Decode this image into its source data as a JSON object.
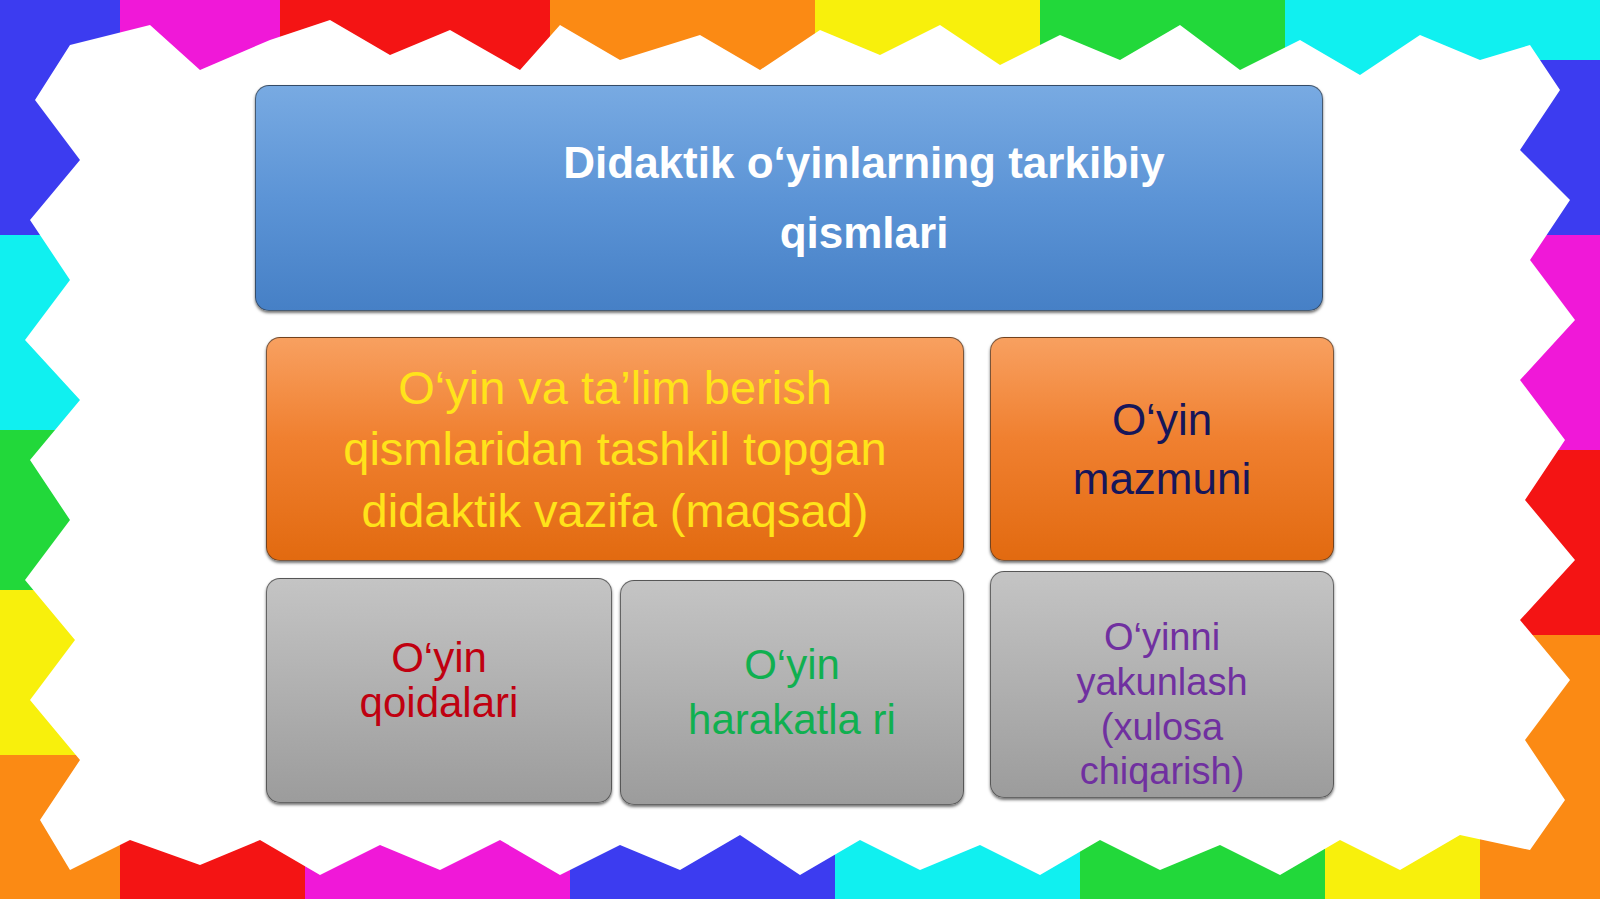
{
  "diagram": {
    "nodes": [
      {
        "text": [
          "Didaktik o‘yinlarning tarkibiy qismlari"
        ]
      },
      {
        "text": [
          "O‘yin va ta’lim berish qismlaridan tashkil topgan didaktik vazifa (maqsad)"
        ]
      },
      {
        "text": [
          "O‘yin mazmuni"
        ]
      },
      {
        "text": [
          "O‘yin qoidalari"
        ]
      },
      {
        "text": [
          "O‘yin harakatla ri"
        ]
      },
      {
        "text": [
          "O‘yinni yakunlash (xulosa chiqarish)"
        ]
      }
    ]
  }
}
